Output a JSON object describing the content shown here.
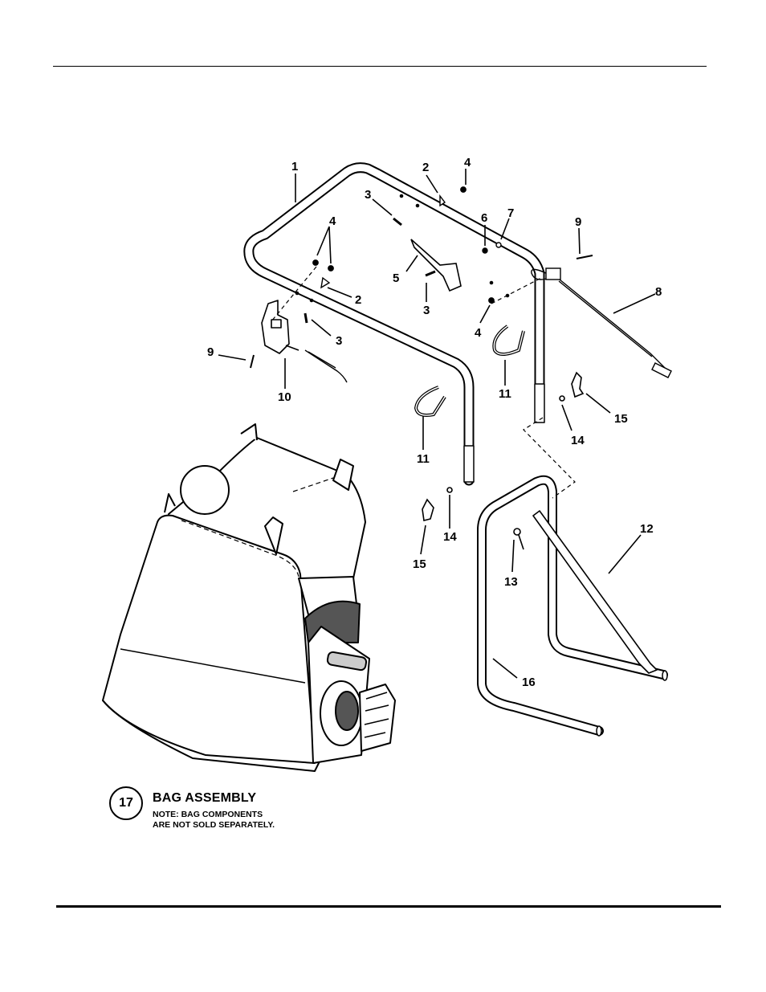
{
  "callouts": {
    "c1": "1",
    "c2a": "2",
    "c2b": "2",
    "c3a": "3",
    "c3b": "3",
    "c3c": "3",
    "c4a": "4",
    "c4b": "4",
    "c4c": "4",
    "c5": "5",
    "c6": "6",
    "c7": "7",
    "c8": "8",
    "c9a": "9",
    "c9b": "9",
    "c10": "10",
    "c11a": "11",
    "c11b": "11",
    "c12": "12",
    "c13": "13",
    "c14a": "14",
    "c14b": "14",
    "c15a": "15",
    "c15b": "15",
    "c16": "16"
  },
  "legend": {
    "number": "17",
    "title": "BAG ASSEMBLY",
    "note_line1": "NOTE: BAG COMPONENTS",
    "note_line2": "ARE NOT SOLD SEPARATELY."
  }
}
